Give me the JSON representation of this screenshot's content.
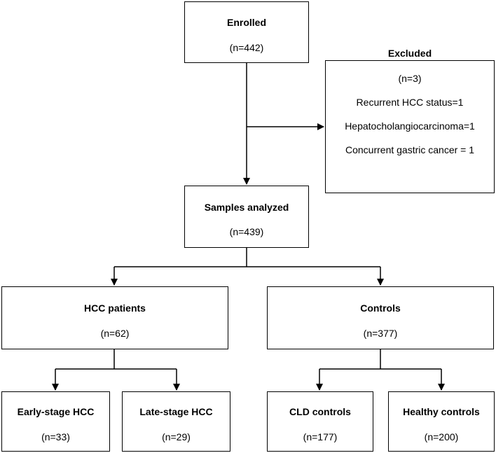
{
  "enrolled": {
    "title": "Enrolled",
    "count": "(n=442)"
  },
  "excluded": {
    "title": "Excluded",
    "count": "(n=3)",
    "reasons": [
      "Recurrent HCC status=1",
      "Hepatocholangiocarcinoma=1",
      "Concurrent gastric cancer = 1"
    ]
  },
  "analyzed": {
    "title": "Samples analyzed",
    "count": "(n=439)"
  },
  "hcc": {
    "title": "HCC patients",
    "count": "(n=62)"
  },
  "controls": {
    "title": "Controls",
    "count": "(n=377)"
  },
  "early": {
    "title": "Early-stage HCC",
    "count": "(n=33)"
  },
  "late": {
    "title": "Late-stage HCC",
    "count": "(n=29)"
  },
  "cld": {
    "title": "CLD controls",
    "count": "(n=177)"
  },
  "healthy": {
    "title": "Healthy controls",
    "count": "(n=200)"
  }
}
